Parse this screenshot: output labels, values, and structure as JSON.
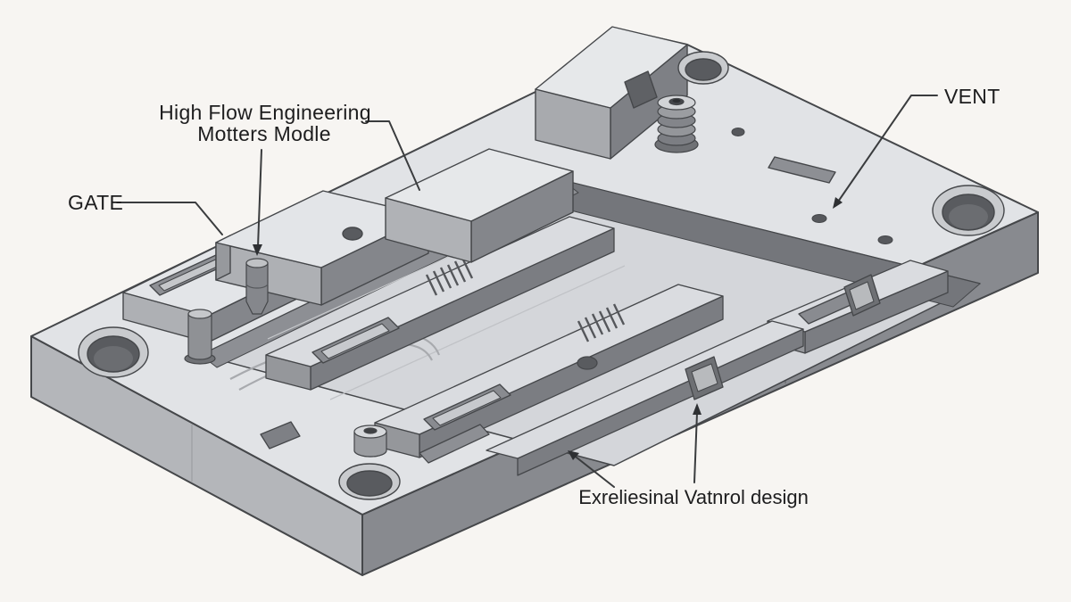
{
  "diagram": {
    "type": "isometric-injection-mold-plate-technical-illustration",
    "background_color": "#f7f5f2",
    "outline_color": "#45474a",
    "label_color": "#1d1d1e",
    "labels": {
      "module_line1": "High Flow Engineering",
      "module_line2": "Motters Modle",
      "gate": "GATE",
      "vent": "VENT",
      "bottom": "Exreliesinal Vatnrol design"
    },
    "palette": {
      "plate_top": "#e1e3e6",
      "plate_side_light": "#b4b6ba",
      "plate_side_dark": "#888a8f",
      "pocket_floor": "#d4d6da",
      "pocket_wall_dark": "#74767b",
      "feature_top": "#dadce0",
      "feature_side_dark": "#7b7d82",
      "feature_side_light": "#95979b",
      "hole_dark": "#595b5f",
      "leader_line": "#3a3c3e"
    }
  }
}
